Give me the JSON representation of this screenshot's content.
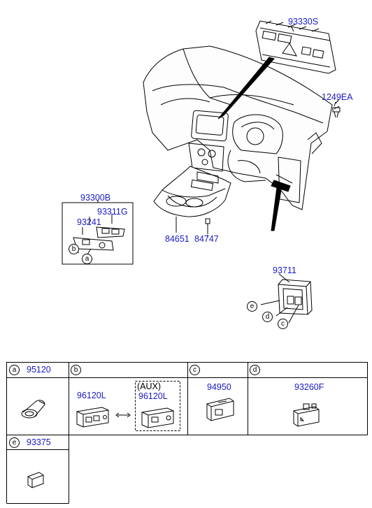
{
  "parts": {
    "p93330S": "93330S",
    "p1249EA": "1249EA",
    "p93300B": "93300B",
    "p93311G": "93311G",
    "p93241": "93241",
    "p84651": "84651",
    "p84747": "84747",
    "p93711": "93711"
  },
  "callouts": {
    "a": "a",
    "b": "b",
    "c": "c",
    "d": "d",
    "e": "e"
  },
  "legend": {
    "a": {
      "letter": "a",
      "part": "95120"
    },
    "b": {
      "letter": "b",
      "part_std": "96120L",
      "aux_label": "(AUX)",
      "part_aux": "96120L"
    },
    "c": {
      "letter": "c",
      "part": "94950"
    },
    "d": {
      "letter": "d",
      "part": "93260F"
    },
    "e": {
      "letter": "e",
      "part": "93375"
    }
  },
  "colors": {
    "part_number": "#1a1ac8",
    "line": "#000000"
  }
}
